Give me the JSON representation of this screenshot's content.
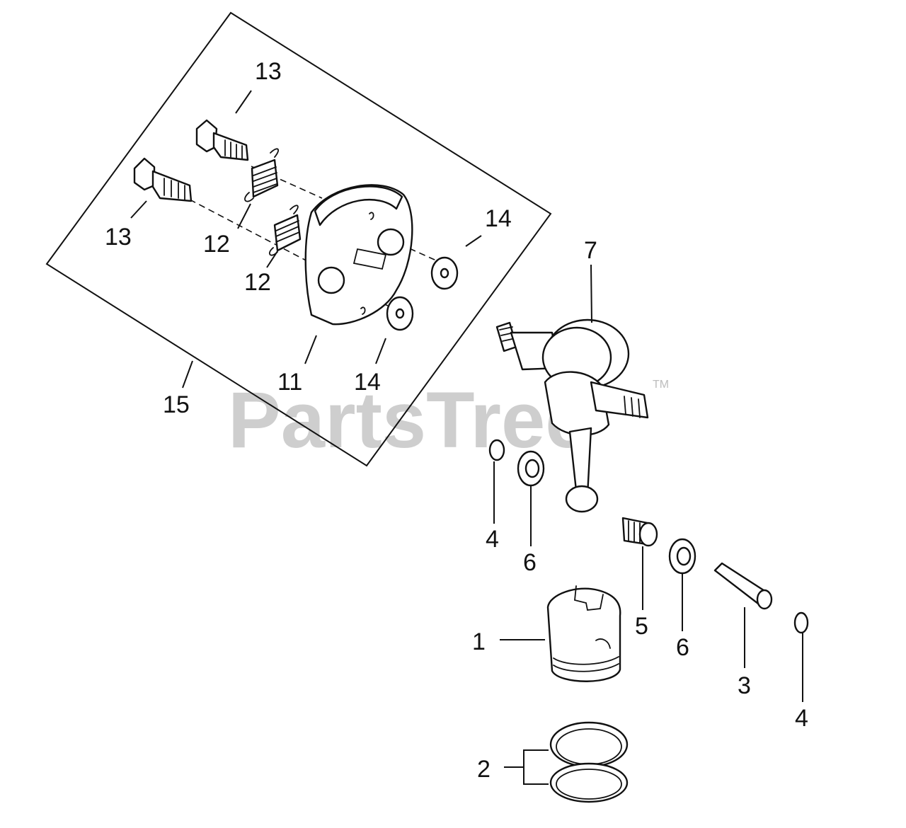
{
  "watermark": {
    "text": "PartsTree",
    "mark": "TM"
  },
  "callouts": {
    "c13a": "13",
    "c13b": "13",
    "c12a": "12",
    "c12b": "12",
    "c14a": "14",
    "c14b": "14",
    "c11": "11",
    "c15": "15",
    "c7": "7",
    "c4a": "4",
    "c6a": "6",
    "c5": "5",
    "c6b": "6",
    "c3": "3",
    "c4b": "4",
    "c1": "1",
    "c2": "2"
  }
}
